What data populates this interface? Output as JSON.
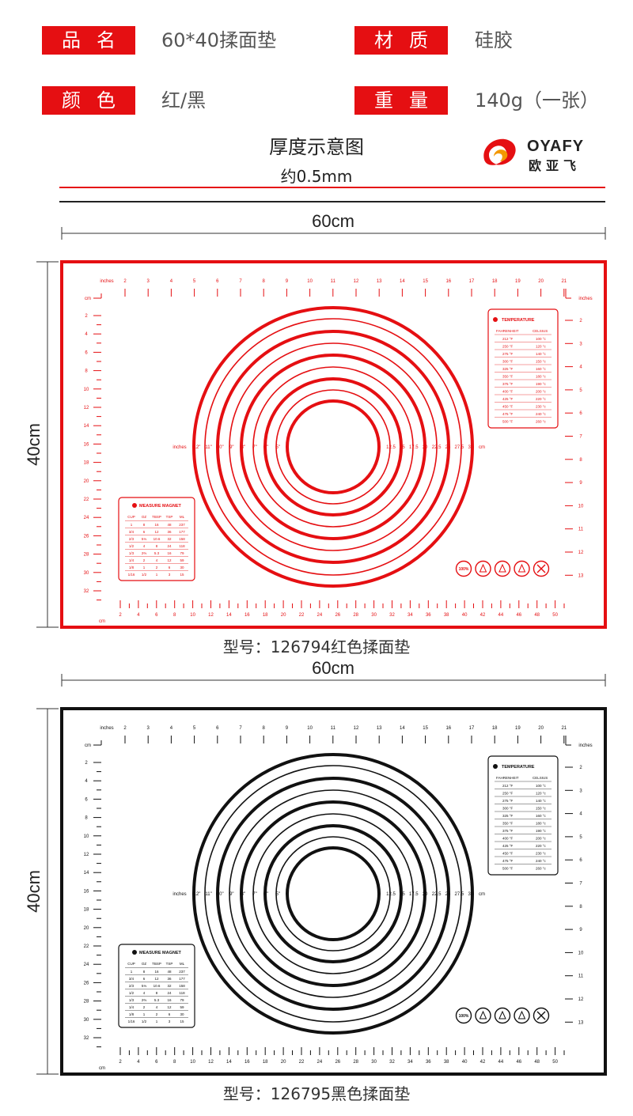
{
  "specs": {
    "name_label": "品名",
    "name_value": "60*40揉面垫",
    "material_label": "材质",
    "material_value": "硅胶",
    "color_label": "颜色",
    "color_value": "红/黑",
    "weight_label": "重量",
    "weight_value": "140g（一张）"
  },
  "thickness": {
    "title": "厚度示意图",
    "value": "约0.5mm"
  },
  "brand": {
    "name": "OYAFY",
    "name_cn": "欧亚飞"
  },
  "mats": [
    {
      "color": "#e50f12",
      "width_label": "60cm",
      "height_label": "40cm",
      "caption": "型号：126794红色揉面垫"
    },
    {
      "color": "#111111",
      "width_label": "60cm",
      "height_label": "40cm",
      "caption": "型号：126795黑色揉面垫"
    }
  ],
  "mat_graphics": {
    "inches_label": "inches",
    "cm_label": "cm",
    "top_inch_ticks": [
      "2",
      "3",
      "4",
      "5",
      "6",
      "7",
      "8",
      "9",
      "10",
      "11",
      "12",
      "13",
      "14",
      "15",
      "16",
      "17",
      "18",
      "19",
      "20",
      "21"
    ],
    "right_inch_ticks": [
      "2",
      "3",
      "4",
      "5",
      "6",
      "7",
      "8",
      "9",
      "10",
      "11",
      "12",
      "13"
    ],
    "left_cm_ticks": [
      "2",
      "4",
      "6",
      "8",
      "10",
      "12",
      "14",
      "16",
      "18",
      "20",
      "22",
      "24",
      "26",
      "28",
      "30",
      "32"
    ],
    "bottom_cm_ticks": [
      "2",
      "4",
      "6",
      "8",
      "10",
      "12",
      "14",
      "16",
      "18",
      "20",
      "22",
      "24",
      "26",
      "28",
      "30",
      "32",
      "34",
      "36",
      "38",
      "40",
      "42",
      "44",
      "46",
      "48",
      "50"
    ],
    "circle_inch_labels": [
      "12\"",
      "11\"",
      "10\"",
      "9\"",
      "8\"",
      "7\"",
      "6\"",
      "5\""
    ],
    "circle_cm_labels": [
      "12.5",
      "15",
      "17.5",
      "20",
      "22.5",
      "25",
      "27.5",
      "30"
    ],
    "circle_cm_unit": "cm",
    "temperature": {
      "title": "TEMPERATURE",
      "headers": [
        "FAHRENHEIT",
        "CELSIUS"
      ],
      "rows": [
        [
          "212 °F",
          "100 °c"
        ],
        [
          "250 °F",
          "120 °c"
        ],
        [
          "275 °F",
          "140 °c"
        ],
        [
          "300 °F",
          "150 °c"
        ],
        [
          "325 °F",
          "160 °c"
        ],
        [
          "350 °F",
          "180 °c"
        ],
        [
          "375 °F",
          "190 °c"
        ],
        [
          "400 °F",
          "200 °c"
        ],
        [
          "425 °F",
          "220 °c"
        ],
        [
          "450 °F",
          "230 °c"
        ],
        [
          "475 °F",
          "240 °c"
        ],
        [
          "500 °F",
          "260 °c"
        ]
      ]
    },
    "measure": {
      "title": "MEASURE MAGNET",
      "headers": [
        "CUP",
        "OZ",
        "TBSP",
        "TSP",
        "ML"
      ],
      "rows": [
        [
          "1",
          "8",
          "16",
          "48",
          "237"
        ],
        [
          "3/4",
          "6",
          "12",
          "36",
          "177"
        ],
        [
          "2/3",
          "5⅓",
          "10.6",
          "32",
          "158"
        ],
        [
          "1/2",
          "4",
          "8",
          "24",
          "118"
        ],
        [
          "1/3",
          "2⅔",
          "5.3",
          "16",
          "79"
        ],
        [
          "1/4",
          "2",
          "4",
          "12",
          "59"
        ],
        [
          "1/8",
          "1",
          "2",
          "6",
          "30"
        ],
        [
          "1/16",
          "1/2",
          "1",
          "3",
          "15"
        ]
      ]
    },
    "badges": [
      "100%",
      "",
      "",
      "",
      ""
    ]
  }
}
